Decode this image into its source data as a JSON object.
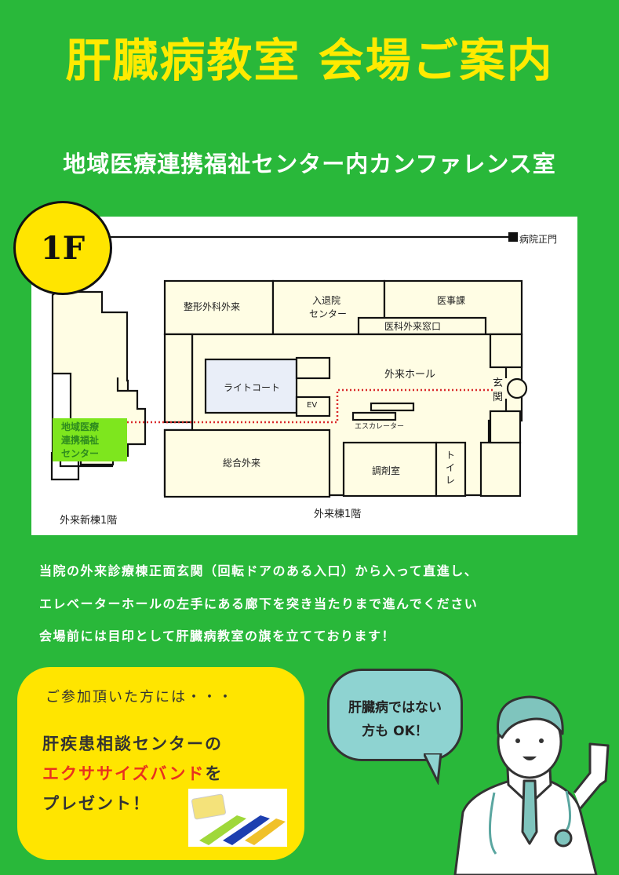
{
  "header": {
    "title": "肝臓病教室 会場ご案内",
    "subtitle": "地域医療連携福祉センター内カンファレンス室"
  },
  "map": {
    "floor_badge": "1F",
    "main_gate": "病院正門",
    "rooms": {
      "orthopedics": "整形外科外来",
      "admission_1": "入退院",
      "admission_2": "センター",
      "medical_affairs": "医事課",
      "outpatient_window": "医科外来窓口",
      "outpatient_hall": "外来ホール",
      "light_court": "ライトコート",
      "ev": "EV",
      "escalator": "エスカレーター",
      "entrance_1": "玄",
      "entrance_2": "関",
      "general_outpatient": "総合外来",
      "pharmacy": "調剤室",
      "toilet": "トイレ",
      "regional_center_1": "地域医療",
      "regional_center_2": "連携福祉",
      "regional_center_3": "センター"
    },
    "building_labels": {
      "new_wing": "外来新棟1階",
      "outpatient_wing": "外来棟1階"
    },
    "colors": {
      "room_fill": "#fffde4",
      "light_court_fill": "#e9eef8",
      "highlight_fill": "#7ee61e",
      "highlight_text": "#2e8b1e",
      "route": "#d92b2b"
    }
  },
  "directions": [
    "当院の外来診療棟正面玄関（回転ドアのある入口）から入って直進し、",
    "エレベーターホールの左手にある廊下を突き当たりまで進んでください",
    "会場前には目印として肝臓病教室の旗を立てております！"
  ],
  "gift": {
    "intro": "ご参加頂いた方には・・・",
    "line1": "肝疾患相談センターの",
    "highlight": "エクササイズバンド",
    "line2_suffix": "を",
    "line3": "プレゼント！"
  },
  "bubble": {
    "line1": "肝臓病ではない",
    "line2": "方も OK！"
  },
  "colors": {
    "background": "#29b83a",
    "title": "#ffea00",
    "gift_box": "#ffe500",
    "bubble": "#8ed3d1"
  }
}
